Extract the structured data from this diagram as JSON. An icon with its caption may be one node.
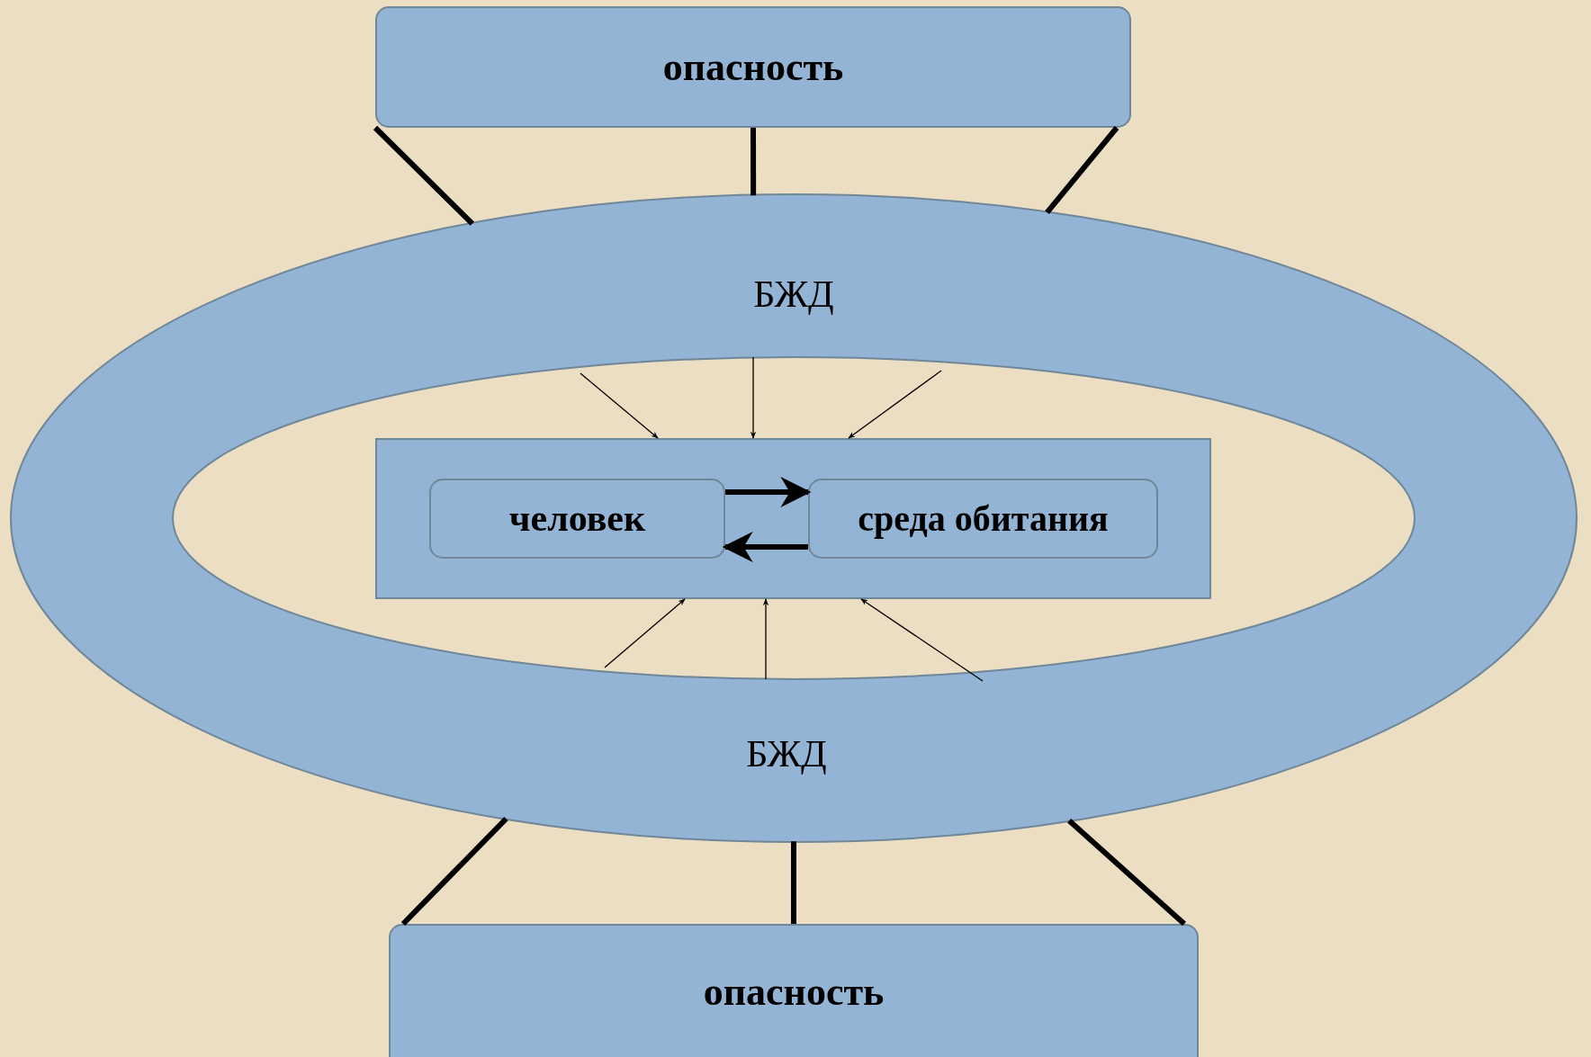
{
  "diagram": {
    "nodes": [
      {
        "text": [
          "опасность"
        ]
      },
      {
        "text": [
          "БЖД",
          "БЖД"
        ]
      },
      {
        "text": [],
        "shape": "box",
        "in": 1
      },
      {
        "text": [
          "человек"
        ],
        "in": 2
      },
      {
        "text": [
          "среда обитания"
        ],
        "in": 2
      },
      {
        "text": [
          "опасность"
        ]
      }
    ],
    "edges": [
      {
        "from": 0,
        "to": 1,
        "arrow": "none"
      },
      {
        "from": 0,
        "to": 1,
        "arrow": "none"
      },
      {
        "from": 0,
        "to": 1,
        "arrow": "none"
      },
      {
        "from": null,
        "to": 2,
        "arrow": "to"
      },
      {
        "from": null,
        "to": 2,
        "arrow": "to"
      },
      {
        "from": null,
        "to": 2,
        "arrow": "to"
      },
      {
        "from": null,
        "to": 2,
        "arrow": "to"
      },
      {
        "from": null,
        "to": 2,
        "arrow": "to"
      },
      {
        "from": null,
        "to": 2,
        "arrow": "to"
      },
      {
        "from": 3,
        "to": 4,
        "arrow": "to"
      },
      {
        "from": 4,
        "to": 3,
        "arrow": "to"
      },
      {
        "from": 1,
        "to": 5,
        "arrow": "none"
      },
      {
        "from": 1,
        "to": 5,
        "arrow": "none"
      },
      {
        "from": 1,
        "to": 5,
        "arrow": "none"
      }
    ]
  }
}
